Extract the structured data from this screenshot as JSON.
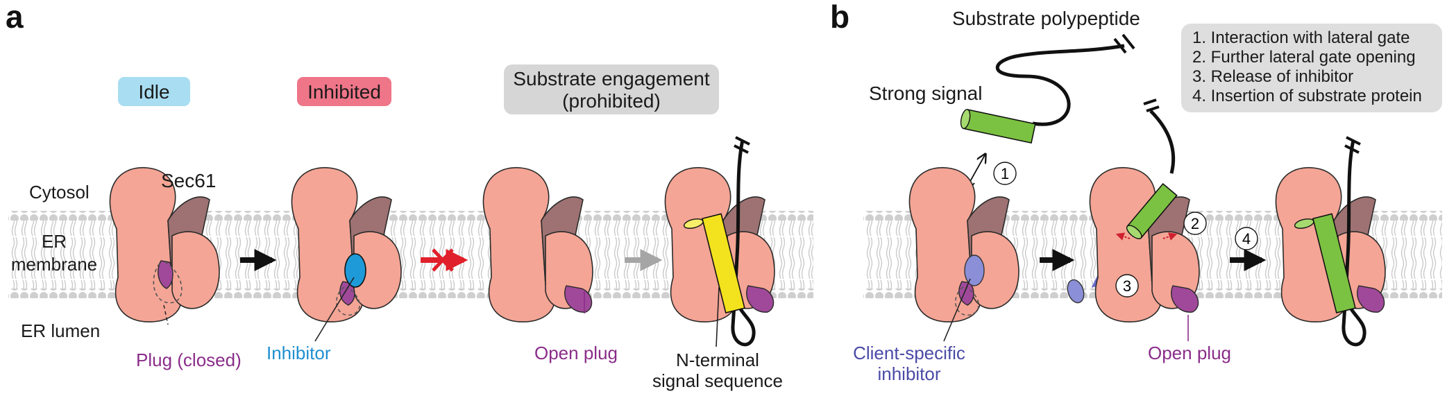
{
  "panel_a": {
    "letter": "a",
    "states": [
      {
        "label": "Idle",
        "color": "#a9ddf1"
      },
      {
        "label": "Inhibited",
        "color": "#ef7588"
      },
      {
        "label_line1": "Substrate engagement",
        "label_line2": "(prohibited)",
        "color": "#d6d6d6"
      }
    ],
    "region_labels": {
      "cytosol": "Cytosol",
      "membrane_line1": "ER",
      "membrane_line2": "membrane",
      "lumen": "ER lumen"
    },
    "translocon": "Sec61",
    "annotations": {
      "plug_closed": "Plug (closed)",
      "inhibitor": "Inhibitor",
      "open_plug": "Open plug",
      "signal_line1": "N-terminal",
      "signal_line2": "signal sequence"
    }
  },
  "panel_b": {
    "letter": "b",
    "substrate": "Substrate polypeptide",
    "strong_signal": "Strong signal",
    "steps": [
      "1. Interaction with lateral gate",
      "2. Further lateral gate opening",
      "3. Release of inhibitor",
      "4. Insertion of substrate protein"
    ],
    "step_markers": [
      "1",
      "2",
      "3",
      "4"
    ],
    "client_inhibitor_line1": "Client-specific",
    "client_inhibitor_line2": "inhibitor",
    "open_plug": "Open plug"
  },
  "colors": {
    "sec61": "#f4a595",
    "sec61_dark": "#9e7272",
    "plug": "#a0499a",
    "inhibitor": "#1f9ad8",
    "client_inhibitor": "#8b8fd8",
    "signal_yellow": "#f3e21e",
    "signal_green": "#7cc242",
    "blocked_arrow": "#e0202a",
    "gray_arrow": "#a5a5a5",
    "lipid": "#cfcfcf"
  }
}
